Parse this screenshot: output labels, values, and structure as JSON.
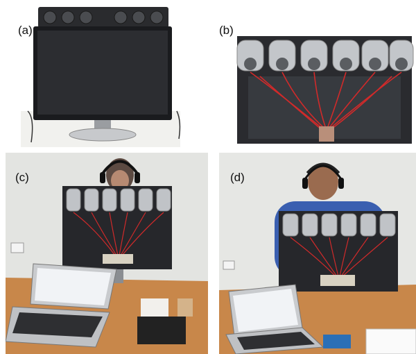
{
  "panels": [
    {
      "label": "(a)",
      "description_key": "monitor-with-speaker-array-front"
    },
    {
      "label": "(b)",
      "description_key": "speaker-array-rear-wiring"
    },
    {
      "label": "(c)",
      "description_key": "participant-female-setup"
    },
    {
      "label": "(d)",
      "description_key": "participant-male-setup"
    }
  ],
  "colors": {
    "background": "#ffffff",
    "monitor_body": "#1e1f22",
    "speaker_grey": "#b9bcc0",
    "wire_red": "#d12a2a",
    "wall": "#e6e7e4",
    "desk": "#c8874a"
  }
}
